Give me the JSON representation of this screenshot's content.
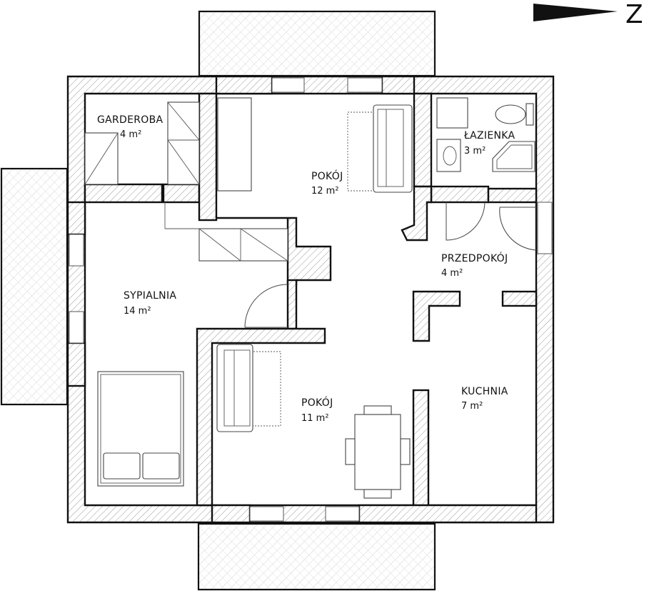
{
  "compass": {
    "letter": "Z"
  },
  "rooms": [
    {
      "id": "garderoba",
      "name": "GARDEROBA",
      "area": "4 m²"
    },
    {
      "id": "pokoj12",
      "name": "POKÓJ",
      "area": "12 m²"
    },
    {
      "id": "lazienka",
      "name": "ŁAZIENKA",
      "area": "3 m²"
    },
    {
      "id": "przedpokoj",
      "name": "PRZEDPOKÓJ",
      "area": "4 m²"
    },
    {
      "id": "sypialnia",
      "name": "SYPIALNIA",
      "area": "14 m²"
    },
    {
      "id": "pokoj11",
      "name": "POKÓJ",
      "area": "11 m²"
    },
    {
      "id": "kuchnia",
      "name": "KUCHNIA",
      "area": "7 m²"
    }
  ]
}
